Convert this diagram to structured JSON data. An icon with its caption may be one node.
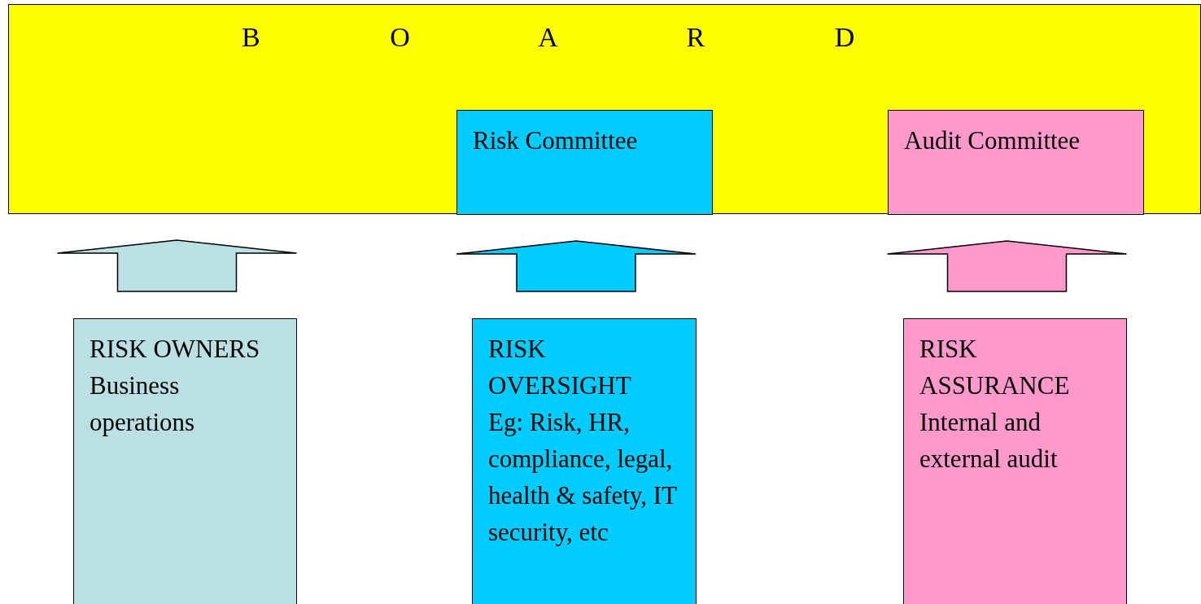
{
  "diagram": {
    "nodes": [
      {
        "text": [
          "B O A R D"
        ]
      },
      {
        "text": [
          "Risk Committee"
        ],
        "in": 0
      },
      {
        "text": [
          "Audit Committee"
        ],
        "in": 0
      },
      {
        "text": [
          "RISK OWNERS",
          "Business operations"
        ]
      },
      {
        "text": [
          "RISK OVERSIGHT",
          "Eg: Risk, HR, compliance, legal, health & safety, IT security, etc"
        ]
      },
      {
        "text": [
          "RISK ASSURANCE",
          "Internal and external audit"
        ]
      }
    ],
    "edges": [
      {
        "from": 3,
        "to": 0,
        "arrow": "to",
        "style": "thick",
        "color": "#bbe0e3"
      },
      {
        "from": 4,
        "to": 1,
        "arrow": "to",
        "style": "thick",
        "color": "#00ccff"
      },
      {
        "from": 5,
        "to": 2,
        "arrow": "to",
        "style": "thick",
        "color": "#ff99cc"
      }
    ]
  }
}
